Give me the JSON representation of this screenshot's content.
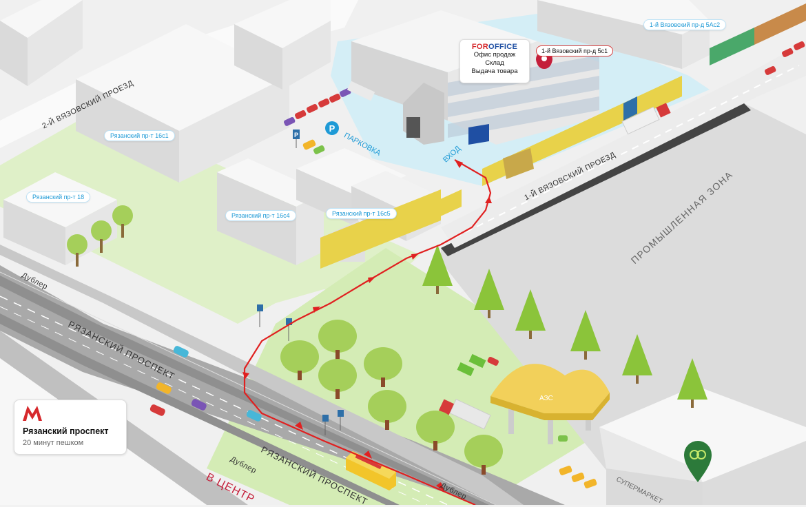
{
  "labels": {
    "street_2nd": "2-Й ВЯЗОВСКИЙ ПРОЕЗД",
    "street_1st": "1-Й ВЯЗОВСКИЙ ПРОЕЗД",
    "industrial_zone": "ПРОМЫШЛЕННАЯ ЗОНА",
    "parking": "ПАРКОВКА",
    "entrance": "ВХОД",
    "dubler_top": "Дублер",
    "dubler_mid": "Дублер",
    "dubler_bottom": "Дублер",
    "prospect_upper": "РЯЗАНСКИЙ ПРОСПЕКТ",
    "prospect_lower": "РЯЗАНСКИЙ ПРОСПЕКТ",
    "to_center": "В ЦЕНТР",
    "gas_station": "АЗС",
    "supermarket": "СУПЕРМАРКЕТ"
  },
  "buildings": {
    "b16c1": "Рязанский пр-т 16с1",
    "b18": "Рязанский пр-т 18",
    "b16c4": "Рязанский пр-т 16с4",
    "b16c5": "Рязанский пр-т 16с5",
    "b5ac2": "1-й Вязовский пр-д 5Ас2"
  },
  "office": {
    "brand_for": "FOR",
    "brand_office": "OFFICE",
    "line1": "Офис продаж",
    "line2": "Склад",
    "line3": "Выдача товара",
    "address": "1-й Вязовский пр-д 5с1"
  },
  "metro": {
    "name": "Рязанский проспект",
    "walk": "20 минут пешком"
  },
  "colors": {
    "route": "#e02020",
    "metro": "#d6282c",
    "accent": "#1e9ad6",
    "brand_blue": "#1f4fa3"
  }
}
